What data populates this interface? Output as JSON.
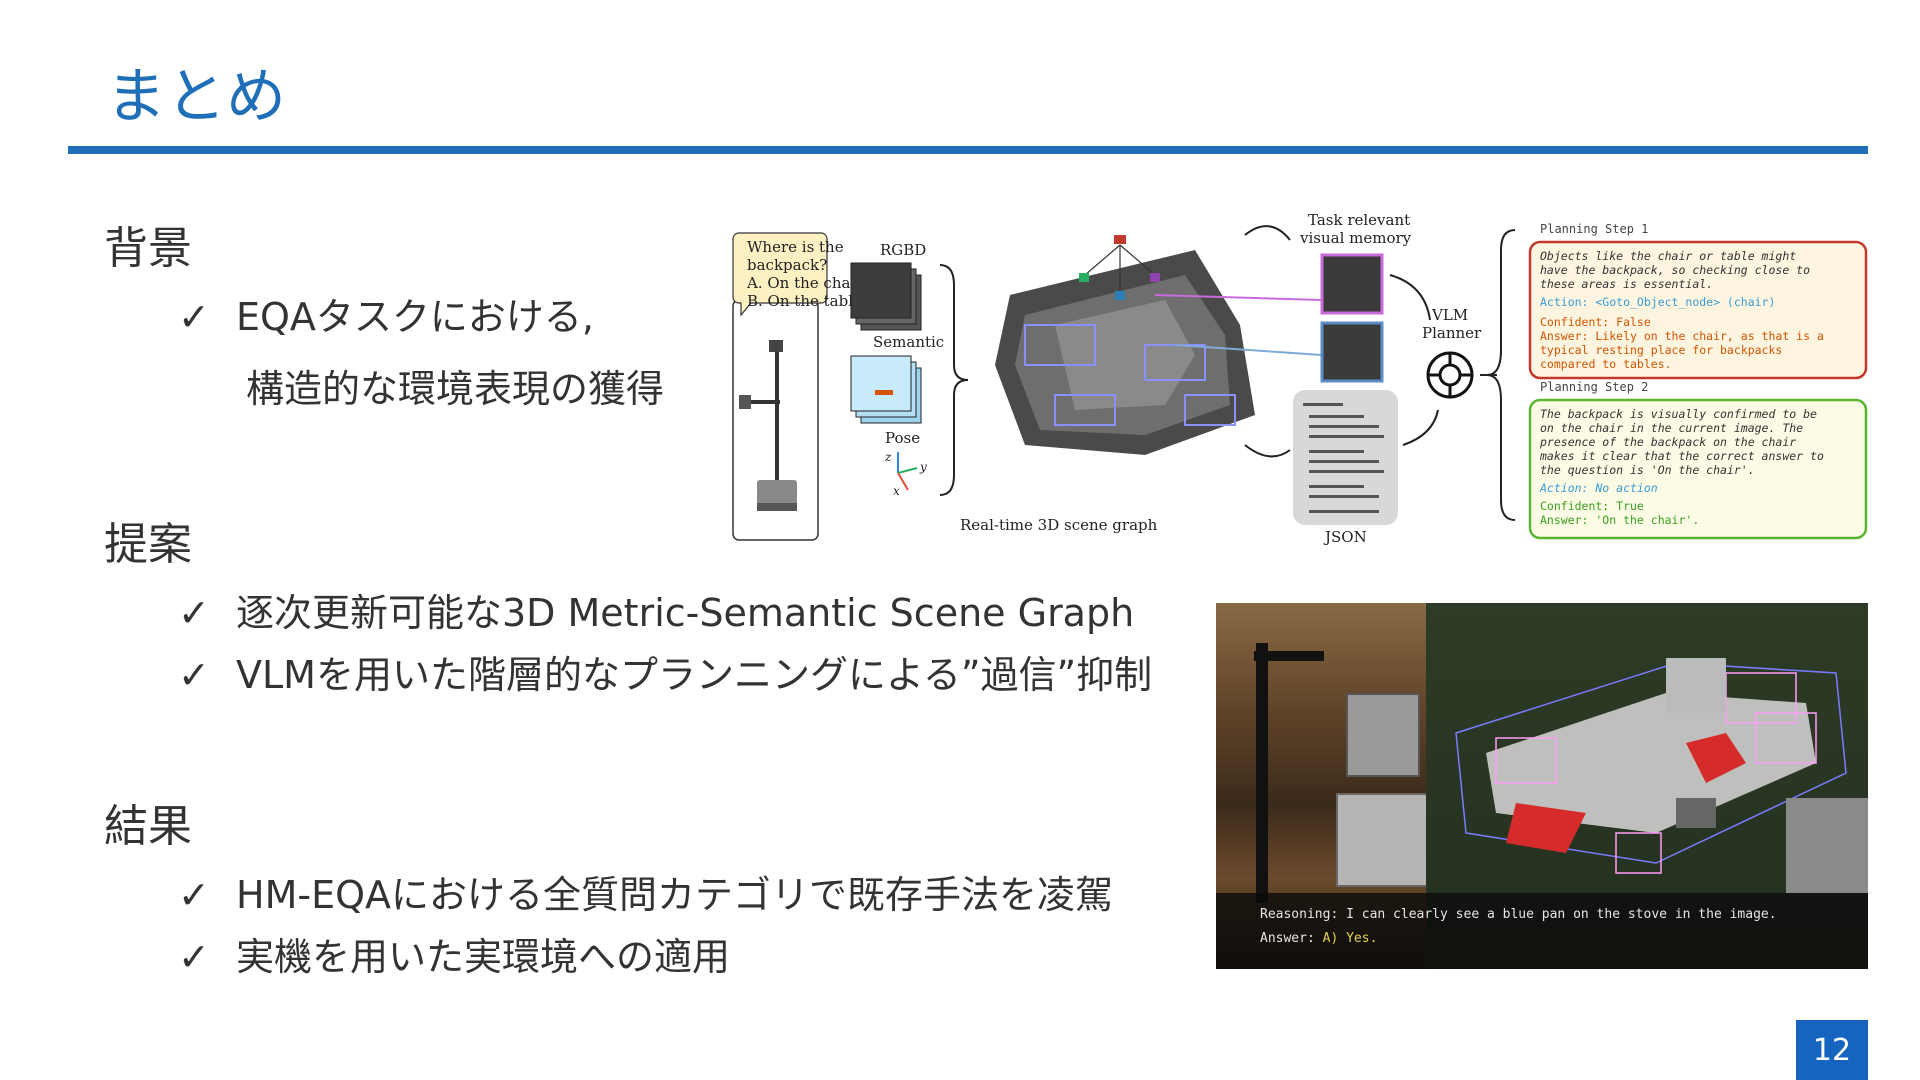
{
  "slide": {
    "title": "まとめ",
    "page_number": "12",
    "check_mark": "✓"
  },
  "sections": {
    "background": {
      "heading": "背景",
      "bullets": [
        "EQAタスクにおける,"
      ],
      "continuation": "構造的な環境表現の獲得"
    },
    "proposal": {
      "heading": "提案",
      "bullets": [
        "逐次更新可能な3D Metric-Semantic Scene Graph",
        "VLMを用いた階層的なプランニングによる”過信”抑制"
      ]
    },
    "results": {
      "heading": "結果",
      "bullets": [
        "HM-EQAにおける全質問カテゴリで既存手法を凌駕",
        "実機を用いた実環境への適用"
      ]
    }
  },
  "figure1": {
    "question": [
      "Where is the",
      "backpack?",
      "A. On the chair",
      "B. On the table"
    ],
    "labels": {
      "rgbd": "RGBD",
      "semantic": "Semantic",
      "pose": "Pose",
      "scene_graph": "Real-time 3D scene graph",
      "memory": [
        "Task relevant",
        "visual memory"
      ],
      "planner": [
        "VLM",
        "Planner"
      ],
      "json": "JSON",
      "axis_z": "z",
      "axis_y": "y",
      "axis_x": "x"
    },
    "step1": {
      "title": "Planning Step 1",
      "reasoning": [
        "Objects like the chair or table might",
        "have the backpack, so checking close to",
        "these areas is essential."
      ],
      "action": "Action: <Goto_Object_node> (chair)",
      "confident": "Confident: False",
      "answer": [
        "Answer: Likely on the chair, as that is a",
        "typical resting place for backpacks",
        "compared to tables."
      ]
    },
    "step2": {
      "title": "Planning Step 2",
      "reasoning": [
        "The backpack is visually confirmed to be",
        "on the chair in the current image. The",
        "presence of the backpack on the chair",
        "makes it clear that the correct answer to",
        "the question is 'On the chair'."
      ],
      "action": "Action: No action",
      "confident": "Confident: True",
      "answer": "Answer: 'On the chair'."
    },
    "colors": {
      "step1_border": "#c0392b",
      "step2_border": "#5cb531",
      "action_text": "#3a9bd5",
      "warning_text": "#d35400",
      "ok_text": "#3aa01e"
    }
  },
  "figure2": {
    "reasoning": "Reasoning: I can clearly see a blue pan on the stove in the image.",
    "answer_prefix": "Answer:",
    "answer_value": "A) Yes."
  }
}
